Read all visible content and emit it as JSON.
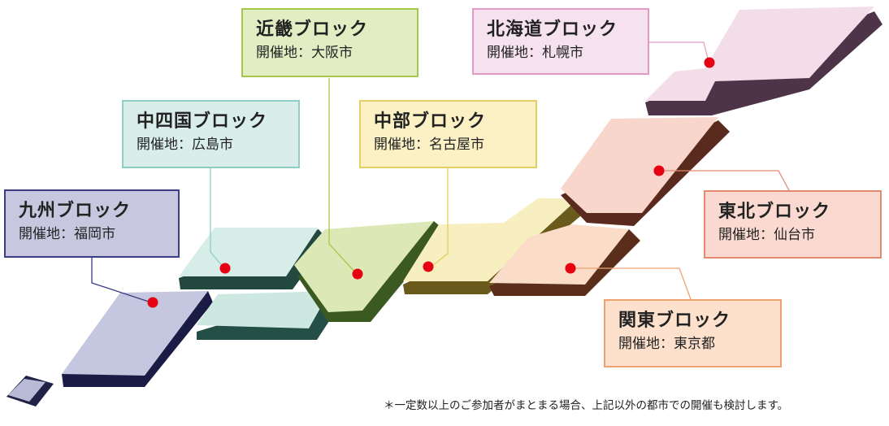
{
  "blocks": {
    "kinki": {
      "name": "近畿ブロック",
      "venue_label": "開催地",
      "separator": "：",
      "city": "大阪市",
      "fill": "#e3edc4",
      "border": "#a6c84a"
    },
    "hokkaido": {
      "name": "北海道ブロック",
      "venue_label": "開催地",
      "separator": "：",
      "city": "札幌市",
      "fill": "#f6e2ef",
      "border": "#e29bc6"
    },
    "chushikoku": {
      "name": "中四国ブロック",
      "venue_label": "開催地",
      "separator": "：",
      "city": "広島市",
      "fill": "#d9eeea",
      "border": "#8fcfc3"
    },
    "chubu": {
      "name": "中部ブロック",
      "venue_label": "開催地",
      "separator": "：",
      "city": "名古屋市",
      "fill": "#fbf1c4",
      "border": "#e3cf63"
    },
    "kyushu": {
      "name": "九州ブロック",
      "venue_label": "開催地",
      "separator": "：",
      "city": "福岡市",
      "fill": "#c7c8e0",
      "border": "#3a3d83"
    },
    "tohoku": {
      "name": "東北ブロック",
      "venue_label": "開催地",
      "separator": "：",
      "city": "仙台市",
      "fill": "#fadad0",
      "border": "#e38a6e"
    },
    "kanto": {
      "name": "関東ブロック",
      "venue_label": "開催地",
      "separator": "：",
      "city": "東京都",
      "fill": "#fde1cd",
      "border": "#eea173"
    }
  },
  "marker_color": "#e60012",
  "footnote": "＊一定数以上のご参加者がまとまる場合、上記以外の都市での開催も検討します。"
}
